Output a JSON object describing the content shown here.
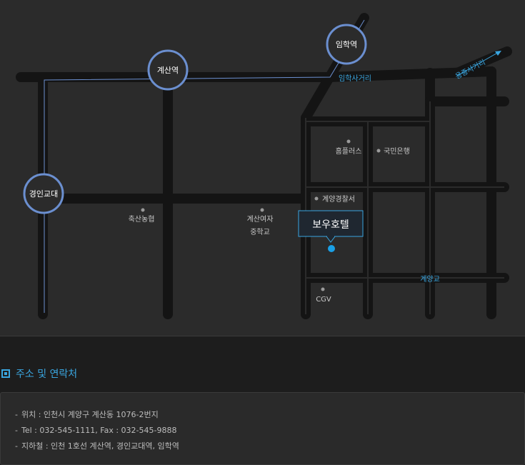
{
  "map": {
    "stations": [
      {
        "id": "gyesan",
        "label": "계산역"
      },
      {
        "id": "imhak",
        "label": "임학역"
      },
      {
        "id": "gyeongin",
        "label": "경인교대"
      }
    ],
    "roads": [
      {
        "id": "imhak-intersection",
        "label": "임학사거리"
      },
      {
        "id": "yongjong-intersection",
        "label": "용종사거리"
      },
      {
        "id": "gyeyang-bridge",
        "label": "계양교"
      }
    ],
    "pois": [
      {
        "id": "homeplus",
        "label": "홈플러스"
      },
      {
        "id": "kookmin-bank",
        "label": "국민은행"
      },
      {
        "id": "gyeyang-police",
        "label": "계양경찰서"
      },
      {
        "id": "livestock-coop",
        "label": "축산농협"
      },
      {
        "id": "girls-middle-school-1",
        "label": "계산여자"
      },
      {
        "id": "girls-middle-school-2",
        "label": "중학교"
      },
      {
        "id": "cgv",
        "label": "CGV"
      }
    ],
    "hotel": {
      "label": "보우호텔"
    },
    "colors": {
      "road": "#141414",
      "station_ring": "#6b8fd0",
      "station_fill": "#2b2b2b",
      "subway_line": "#6b8fd0",
      "accent": "#3aa6e0"
    }
  },
  "contact": {
    "heading": "주소 및 연락처",
    "items": [
      "위치 :  인천시 계양구 계산동 1076-2번지",
      "Tel : 032-545-1111, Fax : 032-545-9888",
      "지하철 : 인천 1호선 계산역, 경인교대역, 임학역"
    ],
    "bullet": "-"
  }
}
